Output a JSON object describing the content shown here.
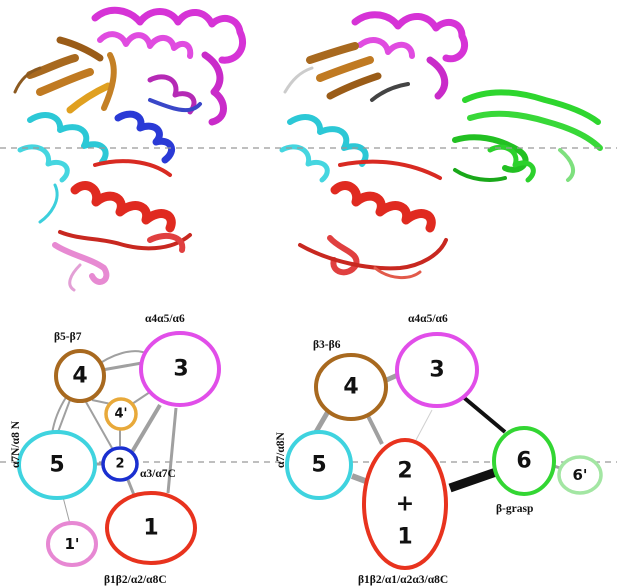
{
  "dash_color": "#999999",
  "left_labels": {
    "top": "α4α5/α6",
    "b5b7": "β5-β7",
    "a7n": "α7N/α8 N",
    "a3": "α3/α7C",
    "bottom": "β1β2/α2/α8C"
  },
  "right_labels": {
    "top": "α4α5/α6",
    "b3b6": "β3-β6",
    "a7": "α7/α8N",
    "bgrasp": "β-grasp",
    "bottom": "β1β2/α1/α2α3/α8C"
  },
  "left_nodes": [
    {
      "id": "3",
      "label": "3",
      "color": "#e14ee9"
    },
    {
      "id": "4",
      "label": "4",
      "color": "#a8691f"
    },
    {
      "id": "4p",
      "label": "4'",
      "color": "#e8a93a"
    },
    {
      "id": "5",
      "label": "5",
      "color": "#3fd3df"
    },
    {
      "id": "2",
      "label": "2",
      "color": "#1a2fd0"
    },
    {
      "id": "1p",
      "label": "1'",
      "color": "#e788d3"
    },
    {
      "id": "1",
      "label": "1",
      "color": "#e8331e"
    }
  ],
  "right_nodes": [
    {
      "id": "3",
      "label": "3",
      "color": "#e14ee9"
    },
    {
      "id": "4",
      "label": "4",
      "color": "#a8691f"
    },
    {
      "id": "5",
      "label": "5",
      "color": "#3fd3df"
    },
    {
      "id": "21",
      "label": "2\n+\n1",
      "color": "#e8331e"
    },
    {
      "id": "6",
      "label": "6",
      "color": "#33d633"
    },
    {
      "id": "6p",
      "label": "6'",
      "color": "#a3e6a3"
    }
  ]
}
